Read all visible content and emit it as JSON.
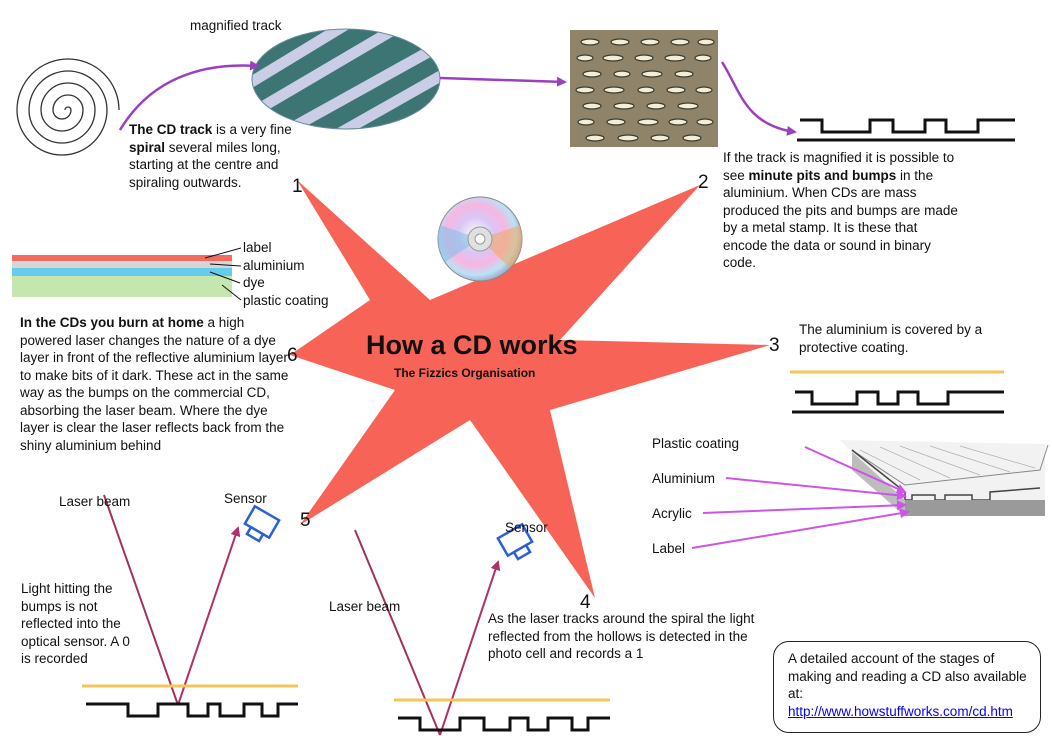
{
  "title": "How a CD works",
  "subtitle": "The Fizzics Organisation",
  "magnified_label": "magnified track",
  "steps": {
    "s1": {
      "num": "1",
      "bold": "The CD track",
      "t1": " is a very fine ",
      "bold2": "spiral",
      "t2": " several miles long, starting at the centre and spiraling outwards."
    },
    "s2": {
      "num": "2",
      "t1": "If the track is magnified it is possible to see ",
      "bold": "minute pits and bumps",
      "t2": " in the aluminium.  When CDs are mass produced the pits and bumps are made by a metal stamp. It is these that encode the data or sound in binary code."
    },
    "s3": {
      "num": "3",
      "text": "The aluminium is covered by a protective coating."
    },
    "s4": {
      "num": "4",
      "text": "As the laser tracks around the spiral the light reflected from the hollows is detected in the photo cell and records a 1"
    },
    "s5": {
      "num": "5",
      "text": "Light hitting the bumps is not reflected into the optical sensor. A 0 is recorded"
    },
    "s6": {
      "num": "6",
      "bold": "In the CDs you burn at home",
      "t1": " a high powered laser changes the nature of a dye layer in front of the reflective aluminium layer to make bits of it dark. These act in the same way as the bumps on the commercial CD, absorbing the laser beam. Where the dye layer is clear the laser reflects back from the shiny aluminium behind"
    }
  },
  "layers": [
    "label",
    "aluminium",
    "dye",
    "plastic coating"
  ],
  "cross_section": [
    "Plastic coating",
    "Aluminium",
    "Acrylic",
    "Label"
  ],
  "laser_beam": "Laser beam",
  "sensor": "Sensor",
  "info": {
    "text": "A detailed account of the stages of making and reading a CD also available at:",
    "link": "http://www.howstuffworks.com/cd.htm"
  },
  "colors": {
    "star": "#f76357",
    "arrow": "#9b3fbf",
    "coating": "#f5c55a",
    "laser": "#a3315f",
    "sensor": "#2a5fd6"
  }
}
